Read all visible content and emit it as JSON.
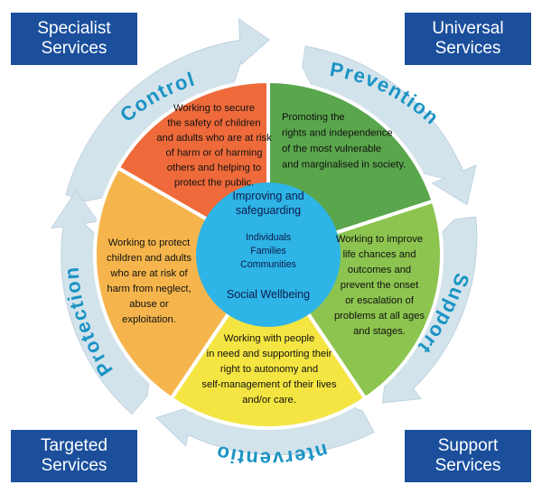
{
  "corners": {
    "top_left": "Specialist Services",
    "top_right": "Universal Services",
    "bottom_left": "Targeted Services",
    "bottom_right": "Support Services"
  },
  "ring_labels": {
    "control": "Control",
    "prevention": "Prevention",
    "support": "Support",
    "intervention": "Intervention",
    "protection": "Protection"
  },
  "segments": {
    "control": [
      "Working to secure",
      "the safety of children",
      "and adults who are at risk",
      "of harm or of harming",
      "others and helping to",
      "protect the public."
    ],
    "prevention": [
      "Promoting the",
      "rights and independence",
      "of the most vulnerable",
      "and marginalised in society."
    ],
    "support": [
      "Working to improve",
      "life chances and",
      "outcomes and",
      "prevent the onset",
      "or escalation of",
      "problems at all ages",
      "and stages."
    ],
    "intervention": [
      "Working with people",
      "in need and supporting their",
      "right to autonomy and",
      "self-management of their lives",
      "and/or care."
    ],
    "protection": [
      "Working to protect",
      "children and adults",
      "who are at risk of",
      "harm from neglect,",
      "abuse or",
      "exploitation."
    ]
  },
  "center": {
    "heading": [
      "Improving and",
      "safeguarding"
    ],
    "items": [
      "Individuals",
      "Families",
      "Communities"
    ],
    "footer": "Social Wellbeing"
  },
  "colors": {
    "corner_box": "#1b4f9c",
    "ring": "#d3e3ec",
    "ring_text": "#1a93c4",
    "control": "#ef6a3a",
    "prevention": "#5aa64c",
    "support": "#8cc44f",
    "intervention": "#f4e542",
    "protection": "#f5b54c",
    "center": "#2eb4e6"
  }
}
